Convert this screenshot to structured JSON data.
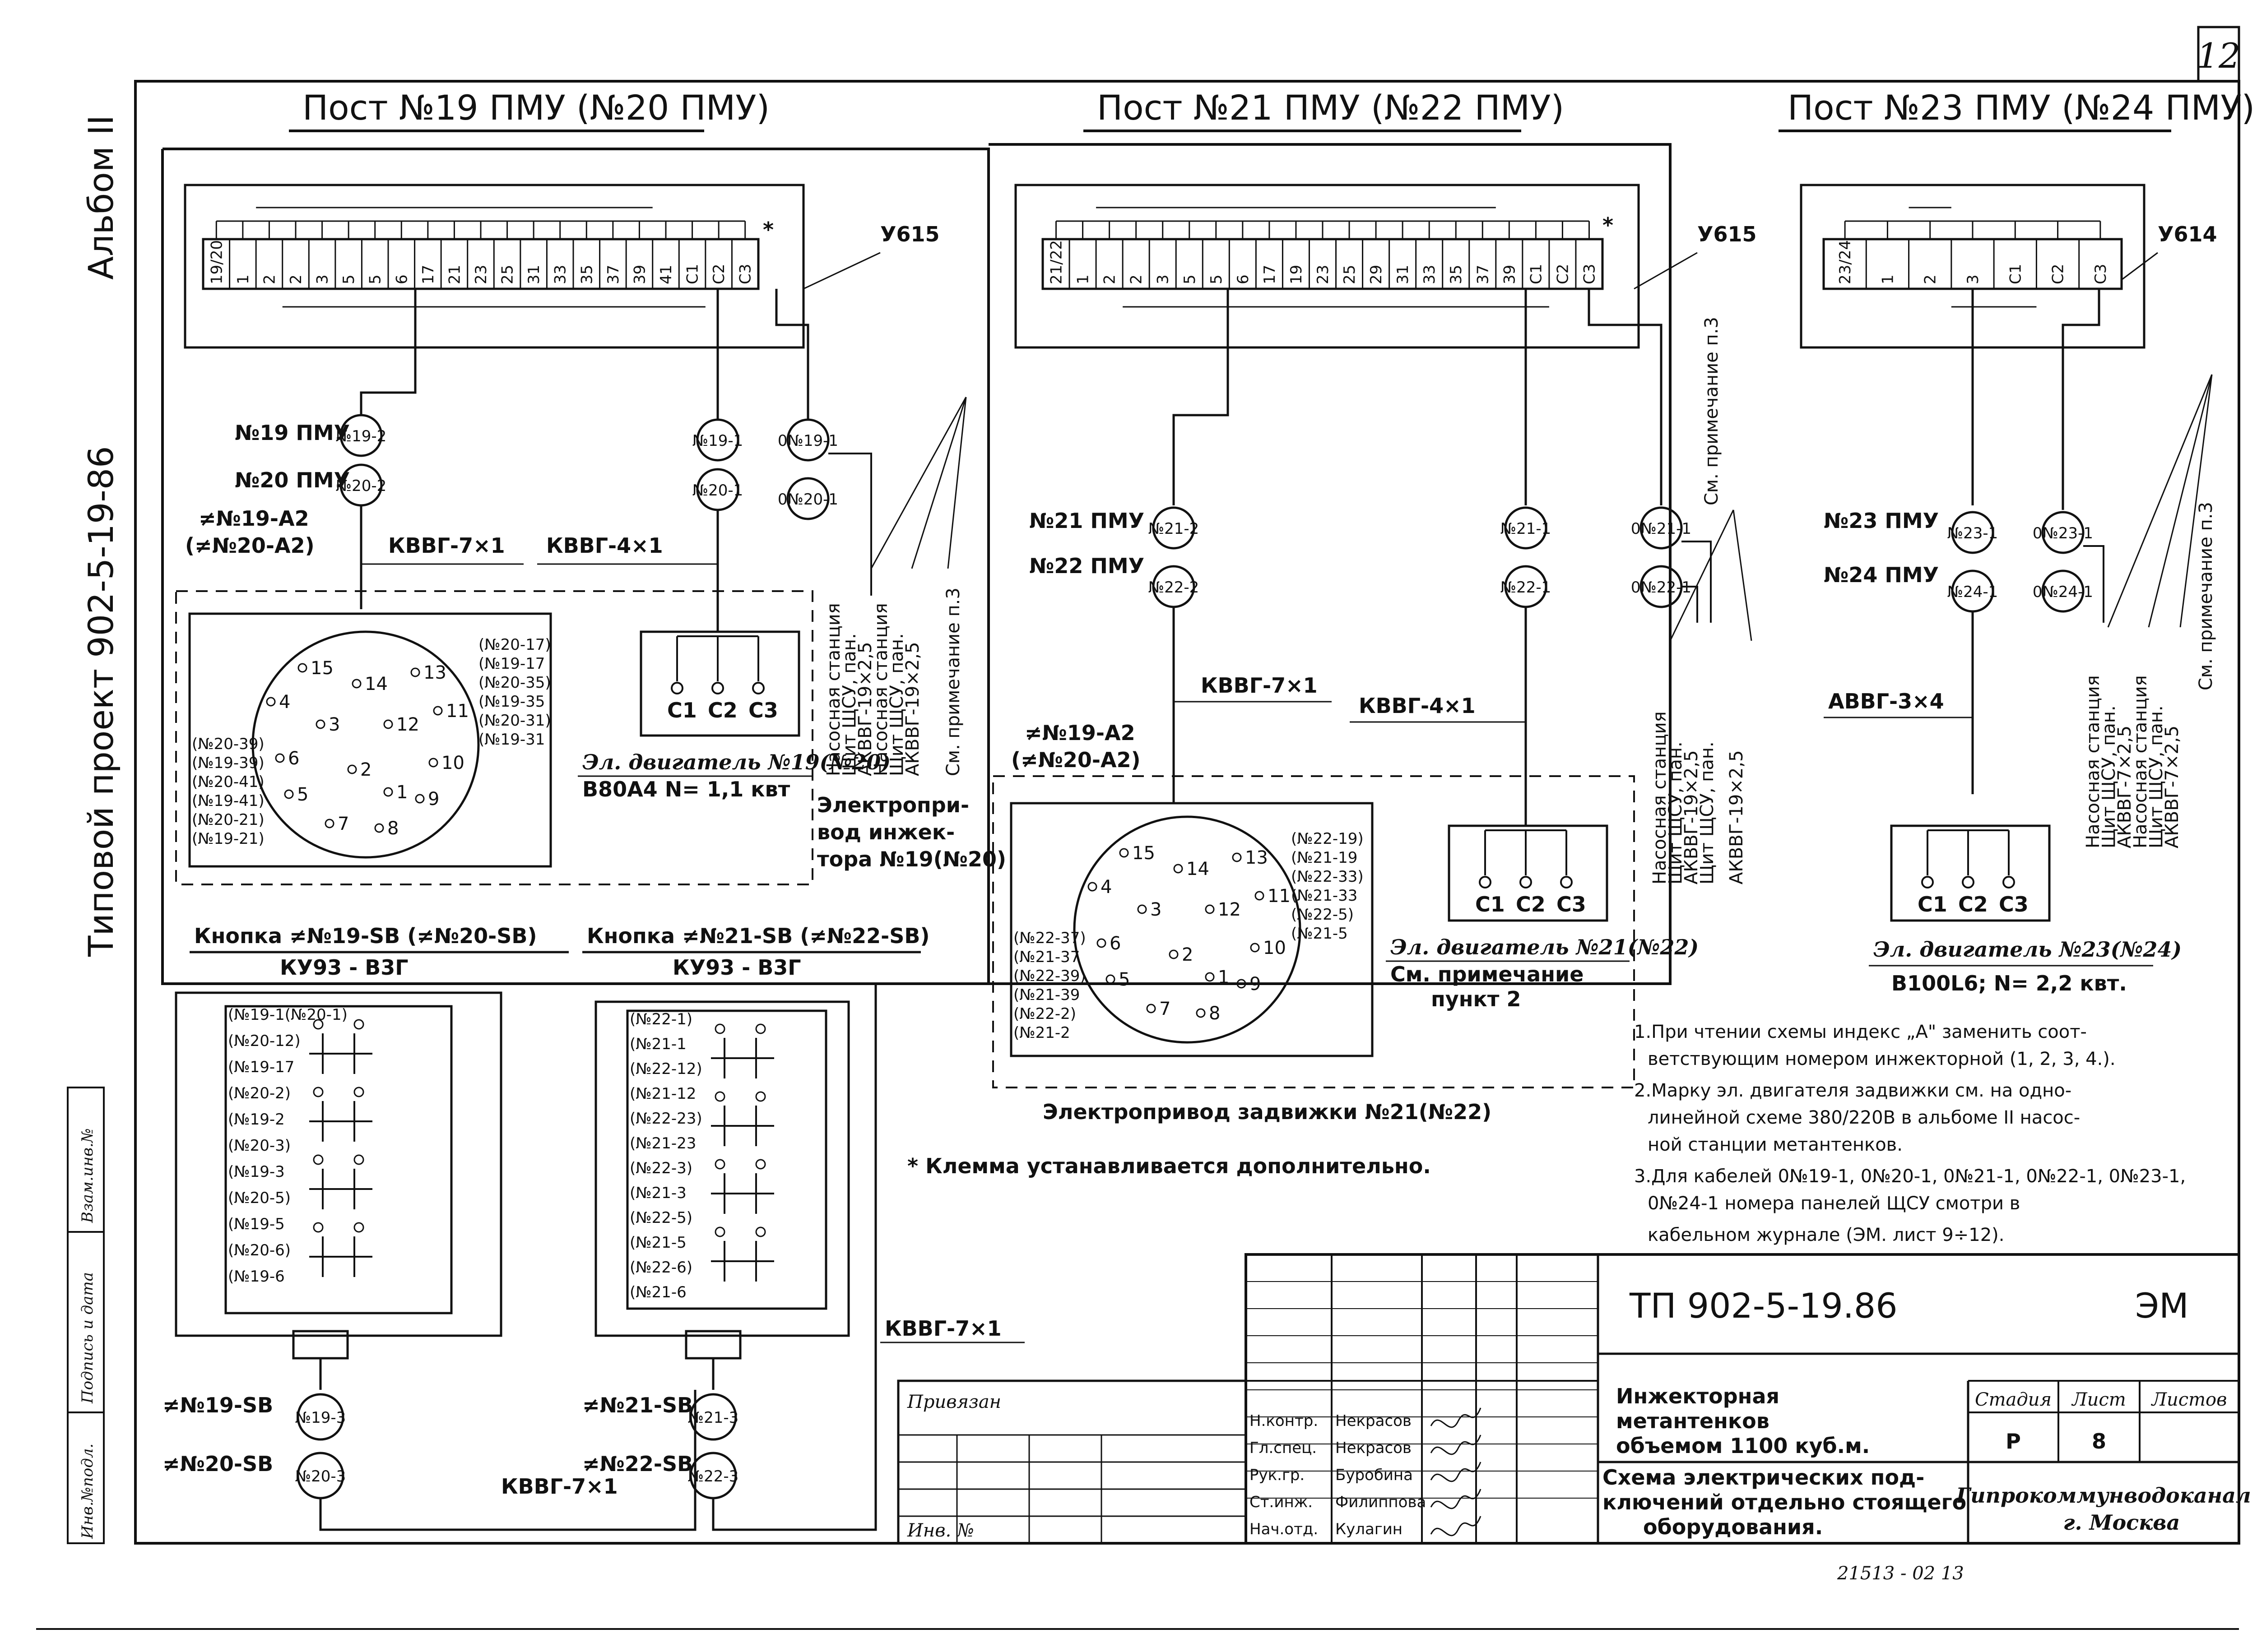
{
  "sheet": {
    "page_no": "12",
    "margin_title": {
      "album": "Альбом II",
      "project": "Типовой  проект  902-5-19-86"
    },
    "margin_fields": [
      "Взам.инв.№",
      "Подпись и дата",
      "Инв.№подл."
    ]
  },
  "posts": [
    {
      "title": "Пост №19 ПМУ (№20 ПМУ)",
      "box_label": "У615",
      "star": "*",
      "terminals": [
        "19/20",
        "1",
        "2",
        "2",
        "3",
        "5",
        "5",
        "6",
        "17",
        "21",
        "23",
        "25",
        "31",
        "33",
        "35",
        "37",
        "39",
        "41",
        "С1",
        "С2",
        "С3"
      ],
      "tags": [
        {
          "l": "№19 ПМУ",
          "c": "№19-2"
        },
        {
          "l": "№20 ПМУ",
          "c": "№20-2"
        }
      ],
      "circles_mid": [
        "№19-1",
        "№20-1"
      ],
      "circles_cab": [
        "0№19-1",
        "0№20-1"
      ],
      "motor_id": "≠№19-А2",
      "motor_id2": "(≠№20-А2)",
      "cable_a": "КВВГ-7×1",
      "cable_b": "КВВГ-4×1",
      "side_labels": [
        "Насосная станция",
        "Щит ЩСУ, пан.",
        "АКВВГ-19×2,5",
        "Насосная станция",
        "Щит ЩСУ, пан.",
        "АКВВГ-19×2,5",
        "См. примечание п.3"
      ],
      "motor_line1": "Эл. двигатель №19(№20)",
      "motor_line2": "В80А4 N= 1,1 квт",
      "drive_label": [
        "Электропри-",
        "вод инжек-",
        "тора №19(№20)"
      ],
      "connector_left": [
        "(№20-39)",
        "(№19-39)",
        "(№20-41)",
        "(№19-41)",
        "(№20-21)",
        "(№19-21)"
      ],
      "connector_right": [
        "(№20-17)",
        "(№19-17",
        "(№20-35)",
        "(№19-35",
        "(№20-31)",
        "(№19-31"
      ]
    },
    {
      "title": "Пост №21 ПМУ (№22 ПМУ)",
      "box_label": "У615",
      "star": "*",
      "terminals": [
        "21/22",
        "1",
        "2",
        "2",
        "3",
        "5",
        "5",
        "6",
        "17",
        "19",
        "23",
        "25",
        "29",
        "31",
        "33",
        "35",
        "37",
        "39",
        "С1",
        "С2",
        "С3"
      ],
      "tags": [
        {
          "l": "№21 ПМУ",
          "c": "№21-2"
        },
        {
          "l": "№22 ПМУ",
          "c": "№22-2"
        }
      ],
      "circles_mid": [
        "№21-1",
        "№22-1"
      ],
      "circles_cab": [
        "0№21-1",
        "0№22-1"
      ],
      "motor_id": "≠№19-А2",
      "motor_id2": "(≠№20-А2)",
      "cable_a": "КВВГ-7×1",
      "cable_b": "КВВГ-4×1",
      "side_labels": [
        "Насосная станция",
        "Щит ЩСУ, пан.",
        "АКВВГ-19×2,5",
        "Щит ЩСУ, пан.",
        "АКВВГ-19×2,5",
        "См. примечание п.3"
      ],
      "motor_line1": "Эл. двигатель №21(№22)",
      "motor_line2": "См. примечание",
      "motor_line3": "пункт 2",
      "drive_label": [
        "Электропривод  задвижки  №21(№22)"
      ],
      "connector_left": [
        "(№22-37)",
        "(№21-37",
        "(№22-39)",
        "(№21-39",
        "(№22-2)",
        "(№21-2"
      ],
      "connector_right": [
        "(№22-19)",
        "(№21-19",
        "(№22-33)",
        "(№21-33",
        "(№22-5)",
        "(№21-5"
      ]
    },
    {
      "title": "Пост №23 ПМУ (№24 ПМУ)",
      "box_label": "У614",
      "terminals": [
        "23/24",
        "1",
        "2",
        "3",
        "С1",
        "С2",
        "С3"
      ],
      "tags": [
        {
          "l": "№23 ПМУ",
          "c": "№23-1"
        },
        {
          "l": "№24 ПМУ",
          "c": "№24-1"
        }
      ],
      "circles_cab": [
        "0№23-1",
        "0№24-1"
      ],
      "cable_b": "АВВГ-3×4",
      "side_labels": [
        "Насосная станция",
        "Щит ЩСУ, пан.",
        "АКВВГ-7×2,5",
        "Насосная станция",
        "Щит ЩСУ, пан.",
        "АКВВГ-7×2,5",
        "См. примечание п.3"
      ],
      "motor_line1": "Эл. двигатель №23(№24)",
      "motor_line2": "В100L6; N= 2,2 квт."
    }
  ],
  "motor_terms": [
    "С1",
    "С2",
    "С3"
  ],
  "connector_pins": [
    "15",
    "14",
    "13",
    "4",
    "3",
    "12",
    "11",
    "6",
    "2",
    "10",
    "1",
    "5",
    "9",
    "7",
    "8"
  ],
  "buttons": [
    {
      "title": "Кнопка ≠№19-SВ (≠№20-SВ)",
      "model": "КУ93 - В3Г",
      "inner": [
        "(№19-1(№20-1)",
        "(№20-12)",
        "(№19-17",
        "(№20-2)",
        "(№19-2",
        "(№20-3)",
        "(№19-3",
        "(№20-5)",
        "(№19-5",
        "(№20-6)",
        "(№19-6"
      ],
      "tags": [
        {
          "l": "≠№19-SВ",
          "c": "№19-3"
        },
        {
          "l": "≠№20-SВ",
          "c": "№20-3"
        }
      ],
      "cable": "КВВГ-7×1"
    },
    {
      "title": "Кнопка ≠№21-SВ (≠№22-SВ)",
      "model": "КУ93 - В3Г",
      "inner": [
        "(№22-1)",
        "(№21-1",
        "(№22-12)",
        "(№21-12",
        "(№22-23)",
        "(№21-23",
        "(№22-3)",
        "(№21-3",
        "(№22-5)",
        "(№21-5",
        "(№22-6)",
        "(№21-6"
      ],
      "tags": [
        {
          "l": "≠№21-SВ",
          "c": "№21-3"
        },
        {
          "l": "≠№22-SВ",
          "c": "№22-3"
        }
      ],
      "cable": "КВВГ-7×1"
    }
  ],
  "star_note": "* Клемма  устанавливается  дополнительно.",
  "notes": [
    "1.При чтении схемы индекс „А\" заменить соот-",
    "ветствующим номером инжекторной (1, 2, 3, 4.).",
    "2.Марку эл. двигателя задвижки см. на одно-",
    "линейной схеме 380/220В в альбоме II насос-",
    "ной станции метантенков.",
    "3.Для кабелей 0№19-1, 0№20-1, 0№21-1, 0№22-1, 0№23-1,",
    "0№24-1 номера панелей ЩСУ смотри в",
    "кабельном журнале (ЭМ. лист 9÷12)."
  ],
  "stamp": {
    "code": "ТП  902-5-19.86",
    "mark": "ЭМ",
    "title1": [
      "Инжекторная",
      "метантенков",
      "объемом 1100 куб.м."
    ],
    "title2": [
      "Схема электрических под-",
      "ключений отдельно стоящего",
      "оборудования."
    ],
    "headers": [
      "Стадия",
      "Лист",
      "Листов"
    ],
    "values": [
      "Р",
      "8",
      ""
    ],
    "org": [
      "Гипрокоммунводоканал",
      "г. Москва"
    ],
    "roles": [
      "Н.контр.",
      "Гл.спец.",
      "Рук.гр.",
      "Ст.инж.",
      "Нач.отд."
    ],
    "names": [
      "Некрасов",
      "Некрасов",
      "Буробина",
      "Филиппова",
      "Кулагин"
    ],
    "bound": "Привязан",
    "inv": "Инв. №",
    "bottom_code": "21513 - 02     13"
  }
}
